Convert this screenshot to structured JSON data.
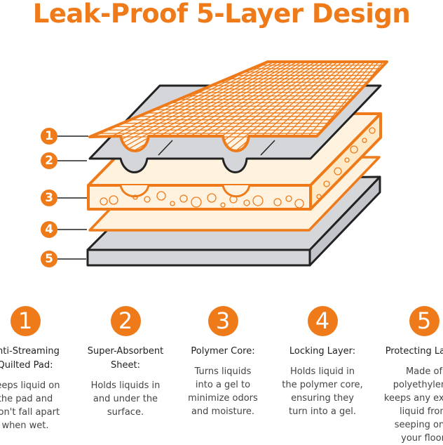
{
  "title": "Leak-Proof 5-Layer Design",
  "colors": {
    "accent": "#EE7A1A",
    "gray_fill": "#D5D6DA",
    "cream": "#FFF3DF",
    "dark": "#222222"
  },
  "layers": [
    {
      "number": "1",
      "head": "Anti-Streaming\nQuilted Pad:",
      "body": "Keeps liquid on\nthe pad and\nwon't fall apart\nwhen wet."
    },
    {
      "number": "2",
      "head": "Super-Absorbent\nSheet:",
      "body": "Holds liquids in\nand under the\nsurface."
    },
    {
      "number": "3",
      "head": "Polymer Core:",
      "body": "Turns liquids\ninto a gel to\nminimize odors\nand moisture."
    },
    {
      "number": "4",
      "head": "Locking Layer:",
      "body": "Holds liquid in\nthe polymer core,\nensuring they\nturn into a gel."
    },
    {
      "number": "5",
      "head": "Protecting Layer:",
      "body": "Made of\npolyethylene,\nkeeps any excess\nliquid from\nseeping onto\nyour floor."
    }
  ]
}
